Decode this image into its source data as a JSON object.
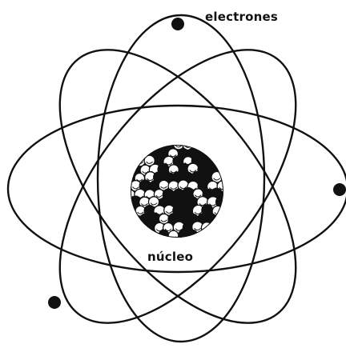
{
  "labels": {
    "electrons": "electrones",
    "nucleus": "núcleo"
  },
  "colors": {
    "line": "#111111",
    "background": "#ffffff",
    "nucleus_dark": "#111111",
    "nucleus_light": "#ffffff"
  },
  "orbit_count": 4,
  "electron_count": 3
}
